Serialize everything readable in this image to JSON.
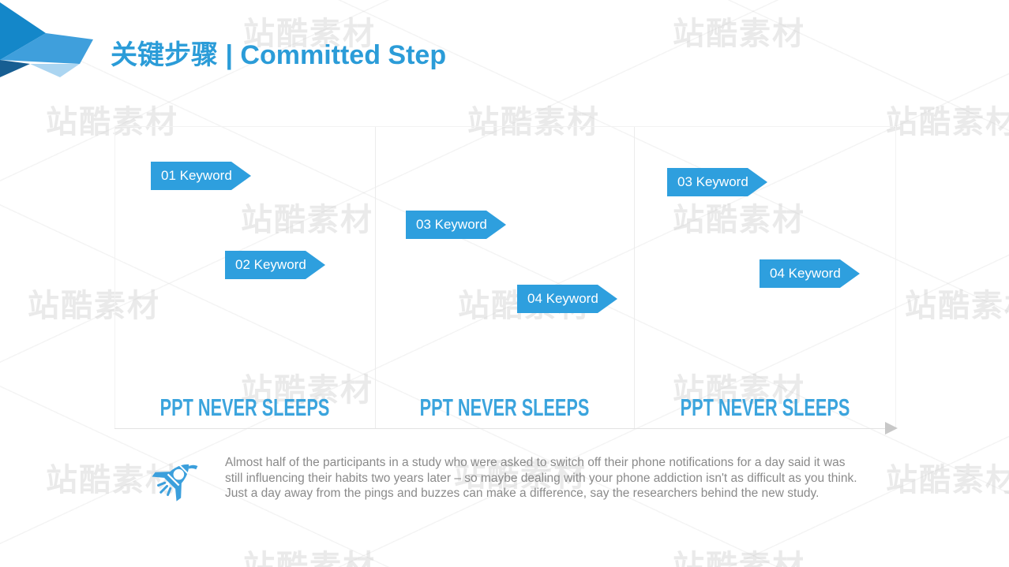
{
  "header": {
    "title": "关键步骤 | Committed Step"
  },
  "columns": [
    {
      "heading": "PPT NEVER SLEEPS",
      "tags": [
        "01 Keyword",
        "02 Keyword"
      ]
    },
    {
      "heading": "PPT NEVER SLEEPS",
      "tags": [
        "03 Keyword",
        "04 Keyword"
      ]
    },
    {
      "heading": "PPT NEVER SLEEPS",
      "tags": [
        "03 Keyword",
        "04 Keyword"
      ]
    }
  ],
  "footer": {
    "lines": [
      "Almost half of the participants in a study who were asked to switch off their phone notifications for a day said it was",
      "still influencing their habits two years later – so maybe dealing with your phone addiction isn't as difficult as you think.",
      "Just a day away from the pings and buzzes can make a difference, say the researchers behind the new study."
    ]
  },
  "watermark": {
    "text": "站酷素材"
  },
  "colors": {
    "accent": "#2E9FDE",
    "title": "#2B9CD8",
    "heading": "#3BA4DD",
    "body_text": "#8A8A8A",
    "watermark": "#BDBDBD",
    "panel_border": "#F2F2F2",
    "divider": "#ECECEC",
    "baseline": "#E2E2E2",
    "arrow": "#C8C8C8",
    "logo_top": "#1487C9",
    "logo_band": "#3F9FDC",
    "logo_light": "#ABD5F1",
    "logo_dark": "#175E92",
    "rocket": "#3B9FDC"
  }
}
